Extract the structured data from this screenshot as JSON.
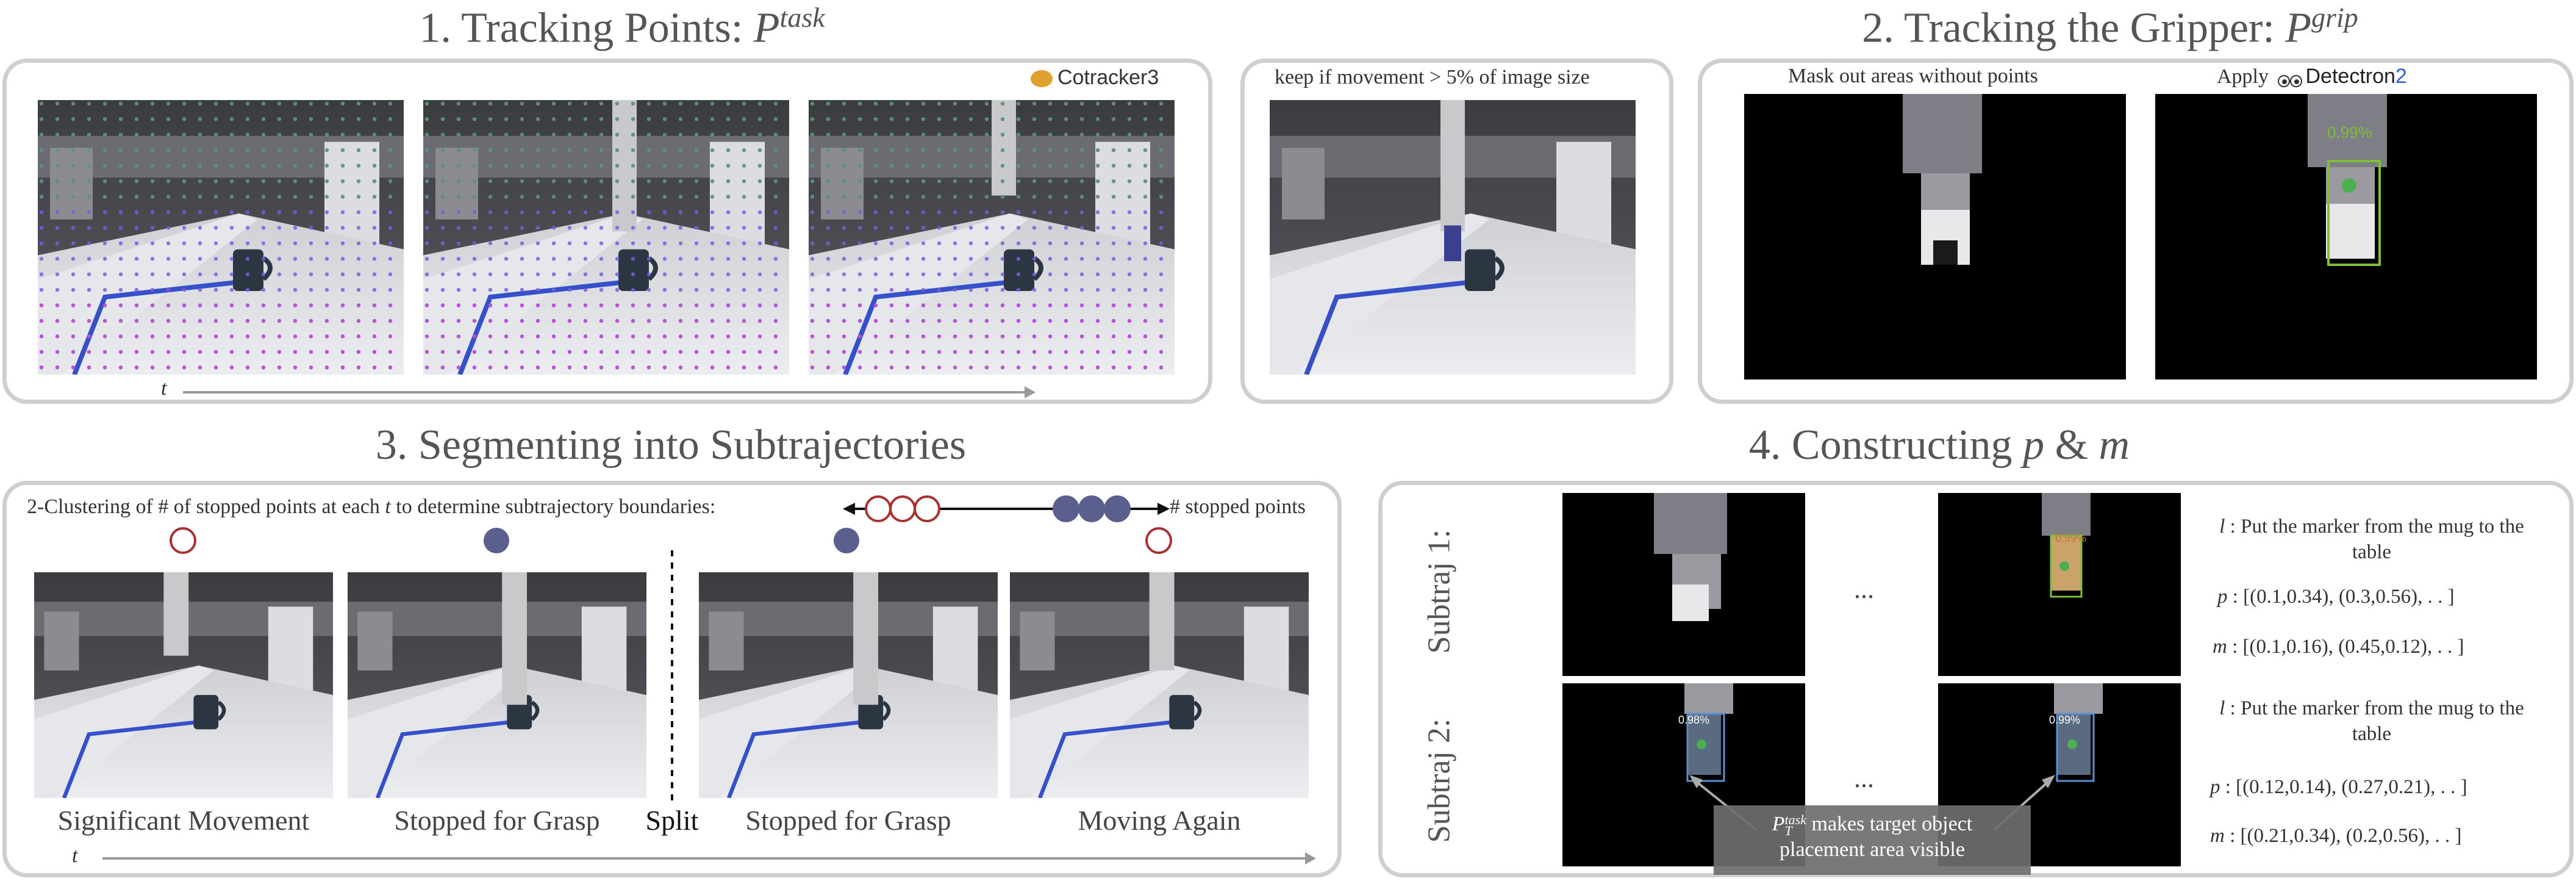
{
  "section1": {
    "title_prefix": "1. Tracking Points: ",
    "title_symbol": "P",
    "title_sup": "task",
    "tool": "Cotracker3",
    "time_label": "t"
  },
  "filter": {
    "caption": "keep if movement > 5% of image size"
  },
  "section2": {
    "title_prefix": "2. Tracking the Gripper: ",
    "title_symbol": "P",
    "title_sup": "grip",
    "mask_caption": "Mask out areas without points",
    "apply_caption": "Apply",
    "detector_name": "Detectron",
    "detector_suffix": "2",
    "detect_score": "0.99%"
  },
  "section3": {
    "title": "3. Segmenting into Subtrajectories",
    "clustering_caption_a": "2-Clustering of # of stopped points at each ",
    "clustering_caption_t": "t",
    "clustering_caption_b": " to determine subtrajectory boundaries:",
    "stopped_points_label": "# stopped points",
    "split_label": "Split",
    "time_label": "t",
    "frames": [
      "Significant Movement",
      "Stopped for Grasp",
      "Stopped for Grasp",
      "Moving Again"
    ]
  },
  "section4": {
    "title_prefix": "4. Constructing ",
    "title_p": "p",
    "title_amp": " & ",
    "title_m": "m",
    "ellipsis": "...",
    "subtraj": [
      {
        "label": "Subtraj 1:",
        "l_key": "l",
        "l_value": " : Put the marker from the mug to the table",
        "p_key": "p",
        "p_value": " : [(0.1,0.34), (0.3,0.56), . . ]",
        "m_key": "m",
        "m_value": " : [(0.1,0.16), (0.45,0.12), . . ]",
        "score": "0.99%"
      },
      {
        "label": "Subtraj 2:",
        "l_key": "l",
        "l_value": " : Put the marker from the mug to the table",
        "p_key": "p",
        "p_value": " : [(0.12,0.14), (0.27,0.21), . . ]",
        "m_key": "m",
        "m_value": " : [(0.21,0.34), (0.2,0.56), . . ]",
        "score_left": "0.98%",
        "score_right": "0.99%"
      }
    ],
    "callout_symbol": "P",
    "callout_sup": "task",
    "callout_sub": "T",
    "callout_text_a": " makes target object",
    "callout_text_b": "placement area visible"
  },
  "colors": {
    "panel_border": "#cfcfcf",
    "stopped_dot": "#5b5f8e",
    "moving_ring": "#a83232",
    "detect_box": "#7dbf3b",
    "track_green": "#4caf50",
    "track_purple": "#b040d0",
    "track_blue": "#3050e0"
  }
}
